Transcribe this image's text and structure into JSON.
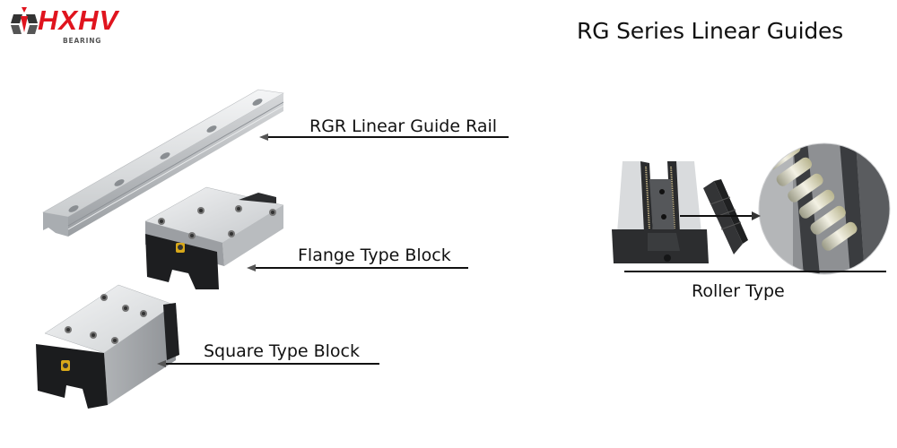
{
  "brand": {
    "name": "HXHV",
    "tagline": "BEARING",
    "accent_color": "#e0141e"
  },
  "header": {
    "title": "RG Series Linear Guides"
  },
  "callouts": {
    "rail": "RGR Linear Guide Rail",
    "flange": "Flange Type Block",
    "square": "Square Type Block",
    "roller": "Roller Type"
  },
  "images": {
    "rail": "linear-guide-rail-image",
    "flange": "flange-block-image",
    "square": "square-block-image",
    "roller": "roller-block-image",
    "roller_detail": "roller-detail-magnified-image"
  }
}
